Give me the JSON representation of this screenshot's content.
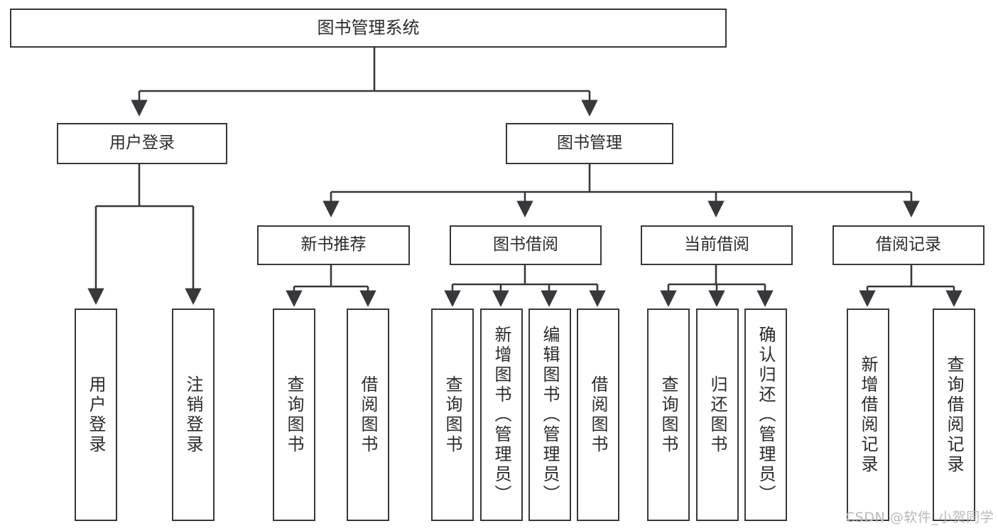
{
  "diagram": {
    "title": "图书管理系统",
    "watermark": "CSDN @软件_小贺同学",
    "colors": {
      "border": "#36383b",
      "text": "#2b2b2b",
      "background": "#ffffff",
      "watermark": "#b9b9b9"
    },
    "root": {
      "label": "图书管理系统"
    },
    "level2": [
      {
        "label": "用户登录"
      },
      {
        "label": "图书管理"
      }
    ],
    "level3": [
      {
        "label": "新书推荐"
      },
      {
        "label": "图书借阅"
      },
      {
        "label": "当前借阅"
      },
      {
        "label": "借阅记录"
      }
    ],
    "leaves": {
      "user_login": [
        {
          "label": "用户登录"
        },
        {
          "label": "注销登录"
        }
      ],
      "new_book": [
        {
          "label": "查询图书"
        },
        {
          "label": "借阅图书"
        }
      ],
      "borrow_book": [
        {
          "label": "查询图书"
        },
        {
          "label": "新增图书（管理员）"
        },
        {
          "label": "编辑图书（管理员）"
        },
        {
          "label": "借阅图书"
        }
      ],
      "current_borrow": [
        {
          "label": "查询图书"
        },
        {
          "label": "归还图书"
        },
        {
          "label": "确认归还（管理员）"
        }
      ],
      "borrow_record": [
        {
          "label": "新增借阅记录"
        },
        {
          "label": "查询借阅记录"
        }
      ]
    }
  }
}
